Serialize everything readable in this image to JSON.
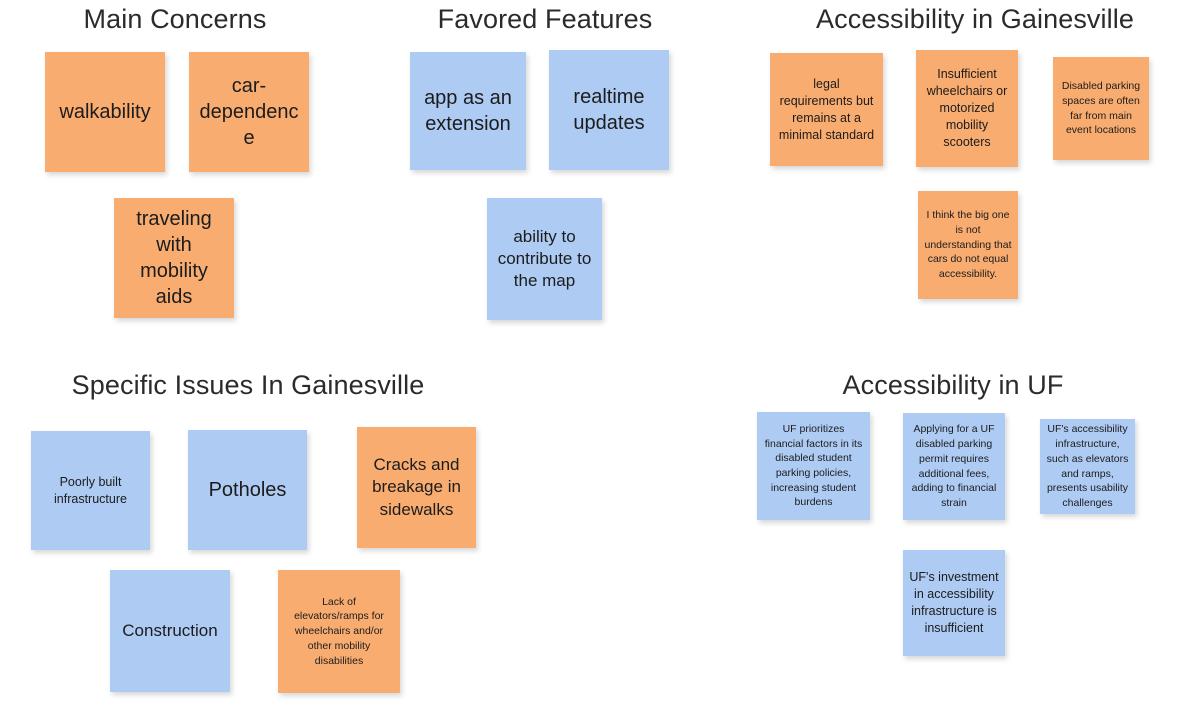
{
  "board": {
    "background_color": "#ffffff",
    "note_colors": {
      "orange": "#f8ac70",
      "blue": "#aecbf3"
    },
    "title_color": "#2b2b2b",
    "text_color": "#1c1c1c"
  },
  "groups": [
    {
      "id": "main-concerns",
      "title": "Main Concerns",
      "color": "orange",
      "notes": [
        {
          "text": "walkability"
        },
        {
          "text": "car-dependence"
        },
        {
          "text": "traveling with mobility aids"
        }
      ]
    },
    {
      "id": "favored-features",
      "title": "Favored Features",
      "color": "blue",
      "notes": [
        {
          "text": "app as an extension"
        },
        {
          "text": "realtime updates"
        },
        {
          "text": "ability to contribute to the map"
        }
      ]
    },
    {
      "id": "accessibility-in-gainesville",
      "title": "Accessibility in Gainesville",
      "color": "orange",
      "notes": [
        {
          "text": "legal requirements but remains at a minimal standard"
        },
        {
          "text": "Insufficient wheelchairs or motorized mobility scooters"
        },
        {
          "text": "Disabled parking spaces are often far from main event locations"
        },
        {
          "text": "I think the big one is not understanding that cars do not equal accessibility."
        }
      ]
    },
    {
      "id": "specific-issues-in-gainesville",
      "title": "Specific Issues In Gainesville",
      "color": "mixed",
      "notes": [
        {
          "text": "Poorly built infrastructure",
          "color": "blue"
        },
        {
          "text": "Potholes",
          "color": "blue"
        },
        {
          "text": "Cracks and breakage in sidewalks",
          "color": "orange"
        },
        {
          "text": "Construction",
          "color": "blue"
        },
        {
          "text": "Lack of elevators/ramps for wheelchairs and/or other mobility disabilities",
          "color": "orange"
        }
      ]
    },
    {
      "id": "accessibility-in-uf",
      "title": "Accessibility in UF",
      "color": "blue",
      "notes": [
        {
          "text": "UF prioritizes financial factors in its disabled student parking policies, increasing student burdens"
        },
        {
          "text": "Applying for a UF disabled parking permit requires additional fees, adding to financial strain"
        },
        {
          "text": "UF's accessibility infrastructure, such as elevators and ramps, presents usability challenges"
        },
        {
          "text": "UF's investment in accessibility infrastructure is insufficient"
        }
      ]
    }
  ]
}
